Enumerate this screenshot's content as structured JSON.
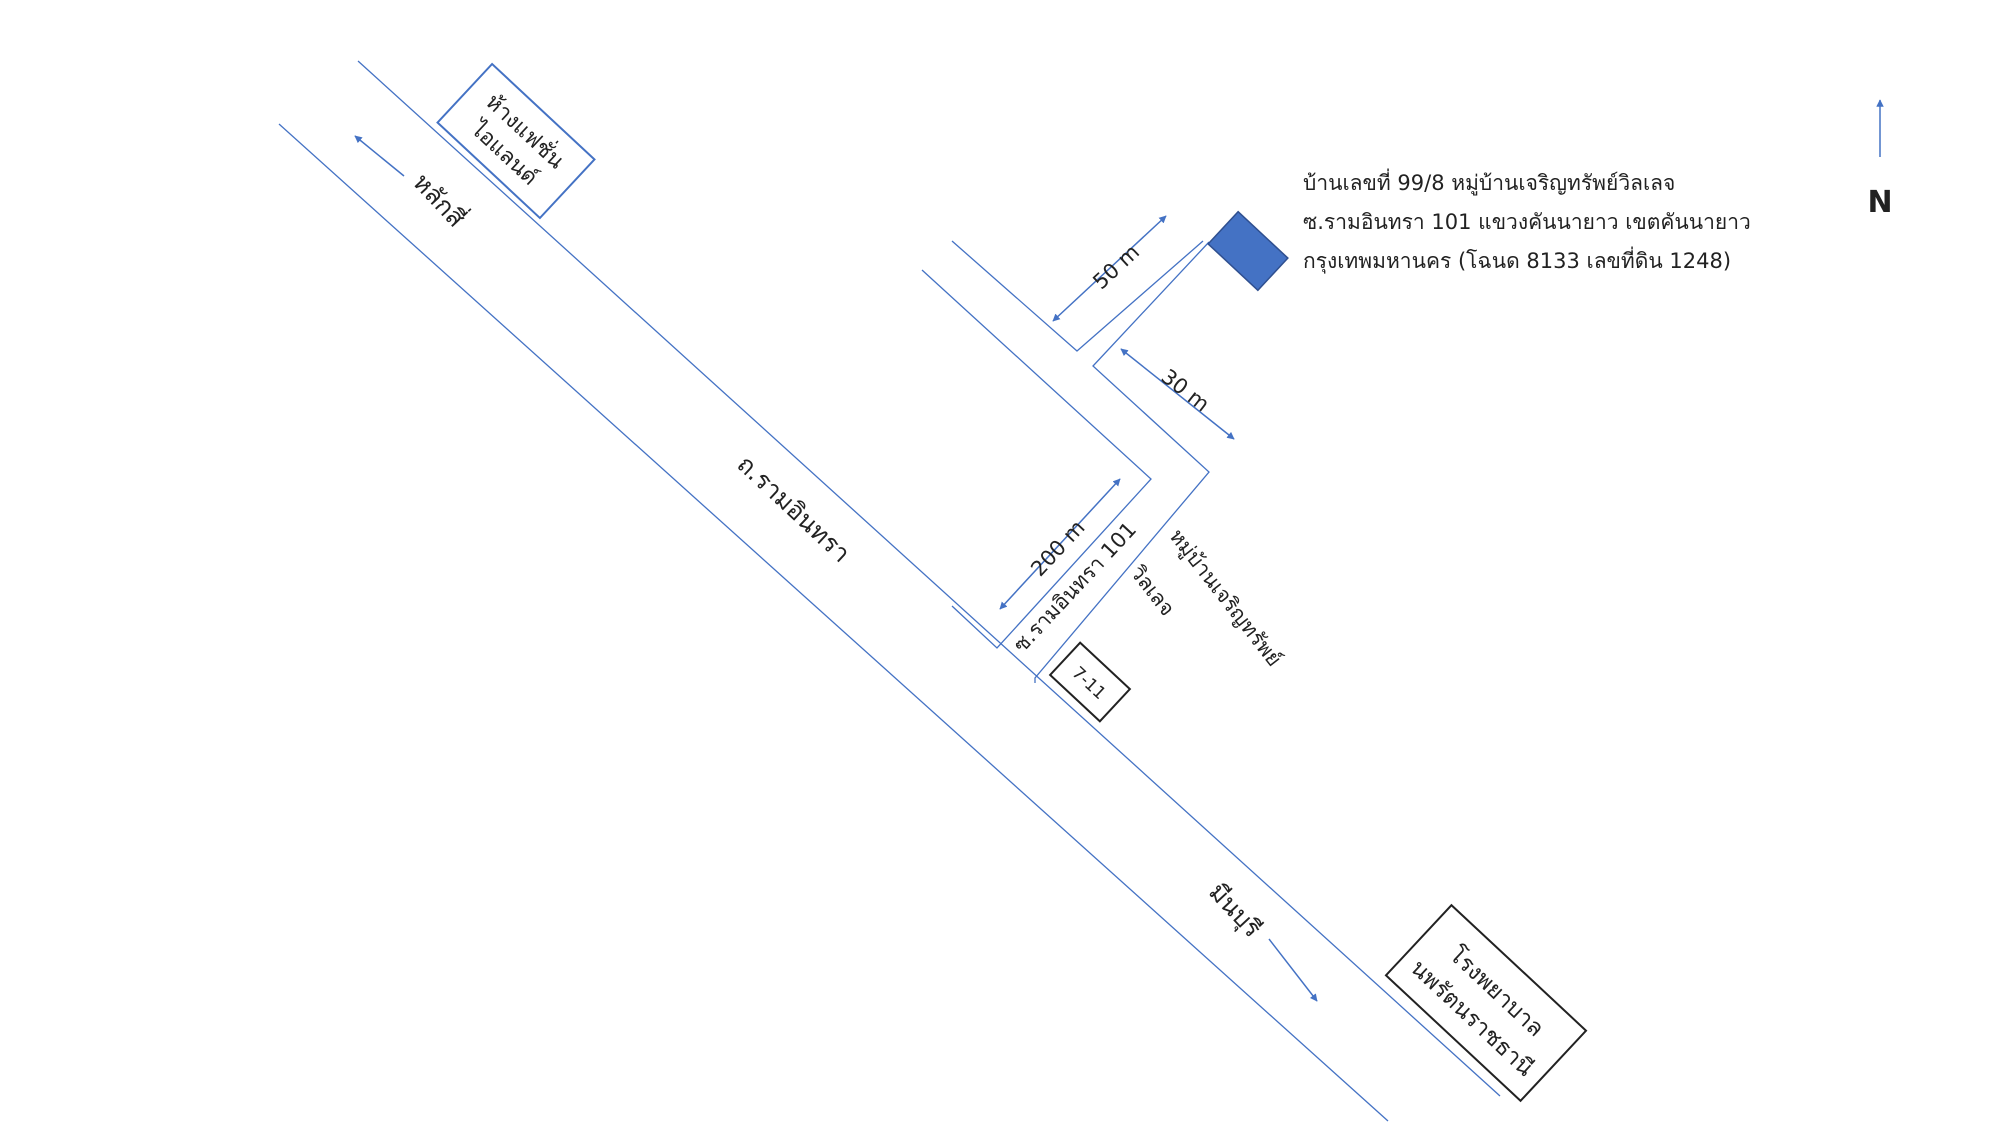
{
  "map": {
    "address": {
      "line1": "บ้านเลขที่ 99/8 หมู่บ้านเจริญทรัพย์วิลเลจ",
      "line2": "ซ.รามอินทรา 101 แขวงคันนายาว เขตคันนายาว",
      "line3": "กรุงเทพมหานคร  (โฉนด 8133 เลขที่ดิน 1248)"
    },
    "north_label": "N",
    "landmarks": {
      "mall_line1": "ห้างแฟชั่น",
      "mall_line2": "ไอแลนด์",
      "hospital_line1": "โรงพยาบาล",
      "hospital_line2": "นพรัตนราชธานี",
      "store": "7-11"
    },
    "roads": {
      "main_road": "ถ.รามอินทรา",
      "soi": "ซ.รามอินทรา 101",
      "village_line1": "หมู่บ้านเจริญทรัพย์",
      "village_line2": "วิลเลจ"
    },
    "directions": {
      "west": "หลักสี่",
      "east": "มีนบุรี"
    },
    "distances": {
      "soi_length": "200 m",
      "segment_1": "30 m",
      "segment_2": "50 m"
    },
    "colors": {
      "road": "#4472c4",
      "target_plot": "#4472c4",
      "text": "#222222"
    }
  }
}
